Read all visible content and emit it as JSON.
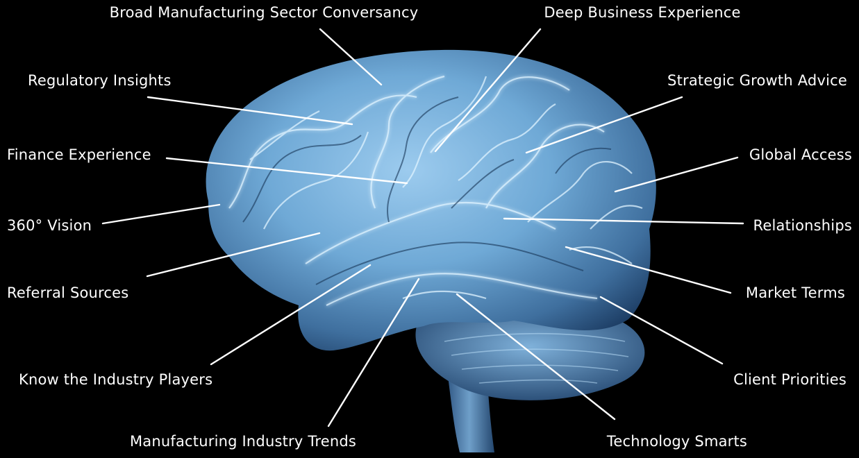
{
  "colors": {
    "background": "#000000",
    "label_text": "#ffffff",
    "leader_line": "#ffffff",
    "brain_light": "#c9ecff",
    "brain_mid": "#6fa9d6",
    "brain_dark": "#1c3c63"
  },
  "labels": {
    "broad_manufacturing": "Broad Manufacturing Sector Conversancy",
    "deep_business": "Deep Business Experience",
    "regulatory": "Regulatory Insights",
    "strategic_growth": "Strategic Growth Advice",
    "finance": "Finance Experience",
    "global_access": "Global Access",
    "vision_360": "360° Vision",
    "relationships": "Relationships",
    "referral": "Referral Sources",
    "market_terms": "Market Terms",
    "industry_players": "Know the Industry Players",
    "client_priorities": "Client Priorities",
    "industry_trends": "Manufacturing Industry Trends",
    "technology": "Technology Smarts"
  }
}
